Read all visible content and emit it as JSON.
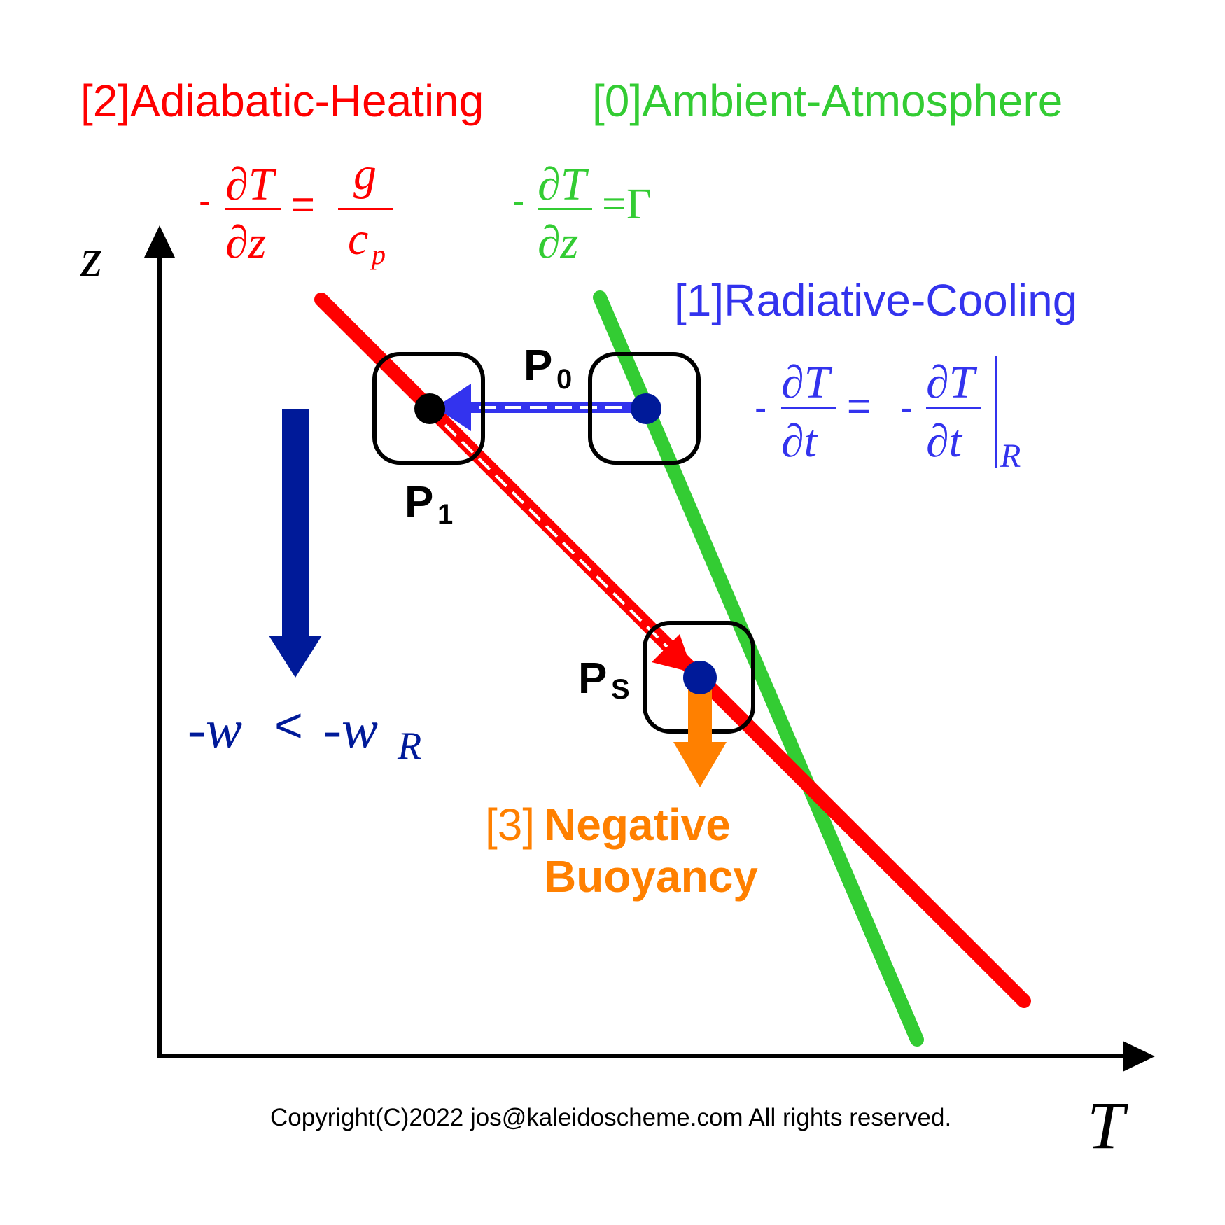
{
  "colors": {
    "adiabatic": "#ff0000",
    "ambient": "#33cc33",
    "radiative": "#3333ee",
    "buoyancy": "#ff8000",
    "velocity": "#001a99",
    "axis": "#000000"
  },
  "labels": {
    "adiabatic_title": "[2]Adiabatic-Heating",
    "ambient_title": "[0]Ambient-Atmosphere",
    "radiative_title": "[1]Radiative-Cooling",
    "buoyancy_prefix": "[3]",
    "buoyancy_word1": "Negative",
    "buoyancy_word2": "Buoyancy",
    "axis_z": "z",
    "axis_T": "T",
    "copyright": "Copyright(C)2022 jos@kaleidoscheme.com All rights reserved."
  },
  "points": {
    "p0": {
      "letter": "P",
      "sub": "0"
    },
    "p1": {
      "letter": "P",
      "sub": "1"
    },
    "ps": {
      "letter": "P",
      "sub": "S"
    }
  },
  "equations": {
    "adiabatic": {
      "minus": "-",
      "num": "∂T",
      "den": "∂z",
      "eq": "=",
      "rnum": "g",
      "rden": "c",
      "rden_sub": "p"
    },
    "ambient": {
      "minus": "-",
      "num": "∂T",
      "den": "∂z",
      "rhs": "=Γ"
    },
    "radiative": {
      "minus": "-",
      "num": "∂T",
      "den": "∂t",
      "eq": "=",
      "minus2": "-",
      "num2": "∂T",
      "den2": "∂t",
      "sub": "R"
    },
    "velocity": {
      "lhs": "-w",
      "rel": "<",
      "rhs": "-w",
      "sub": "R"
    }
  }
}
